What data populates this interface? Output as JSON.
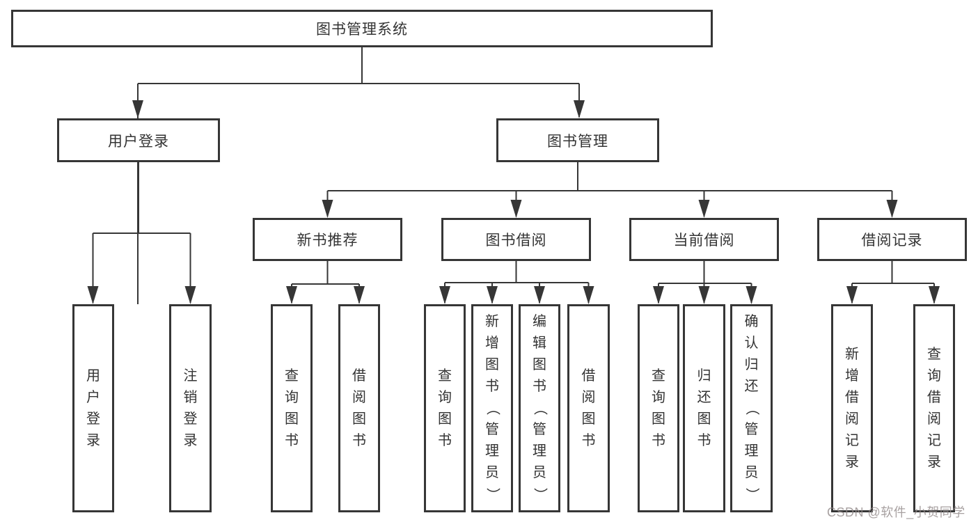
{
  "diagram_title": "图书管理系统",
  "nodes": {
    "root": "图书管理系统",
    "user_login": "用户登录",
    "book_mgmt": "图书管理",
    "new_book_rec": "新书推荐",
    "book_borrow": "图书借阅",
    "current_borrow": "当前借阅",
    "borrow_records": "借阅记录",
    "leaf_user_login": "用户登录",
    "leaf_logout": "注销登录",
    "leaf_rec_query": "查询图书",
    "leaf_rec_borrow": "借阅图书",
    "leaf_bb_query": "查询图书",
    "leaf_bb_add": "新增图书（管理员）",
    "leaf_bb_edit": "编辑图书（管理员）",
    "leaf_bb_borrow": "借阅图书",
    "leaf_cb_query": "查询图书",
    "leaf_cb_return": "归还图书",
    "leaf_cb_confirm": "确认归还（管理员）",
    "leaf_br_add": "新增借阅记录",
    "leaf_br_query": "查询借阅记录"
  },
  "hierarchy": {
    "图书管理系统": {
      "用户登录": [
        "用户登录",
        "注销登录"
      ],
      "图书管理": {
        "新书推荐": [
          "查询图书",
          "借阅图书"
        ],
        "图书借阅": [
          "查询图书",
          "新增图书（管理员）",
          "编辑图书（管理员）",
          "借阅图书"
        ],
        "当前借阅": [
          "查询图书",
          "归还图书",
          "确认归还（管理员）"
        ],
        "借阅记录": [
          "新增借阅记录",
          "查询借阅记录"
        ]
      }
    }
  },
  "watermark": "CSDN @软件_小贺同学",
  "colors": {
    "line": "#363636",
    "text": "#333333",
    "background": "#ffffff",
    "watermark": "#928a8a"
  }
}
